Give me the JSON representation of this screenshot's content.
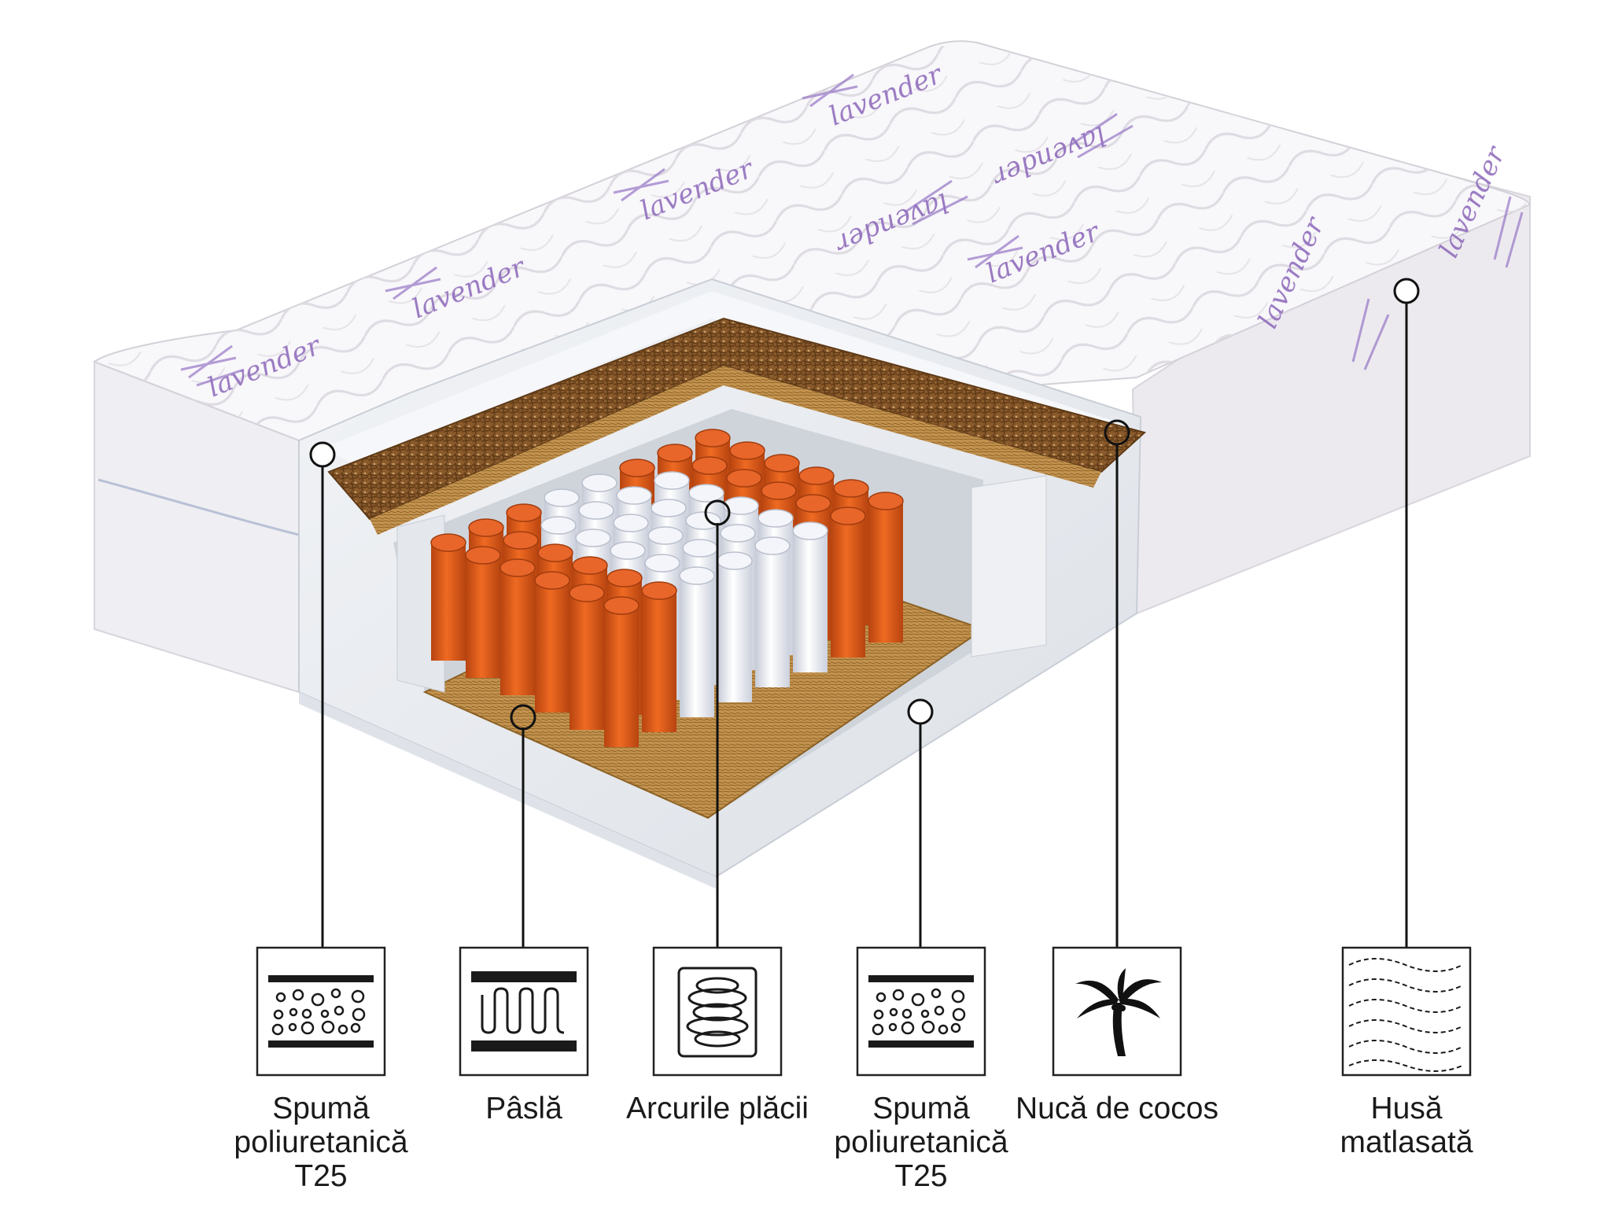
{
  "mattress": {
    "cover_text": "lavender",
    "colors": {
      "cover": "#f7f6f8",
      "quilt_line": "#d9d6dc",
      "lavender": "#7b57a8",
      "coconut": "#8a5a2b",
      "felt": "#b8893f",
      "foam": "#e6e9ee",
      "spring_orange": "#d9581a",
      "spring_white": "#eef0f6"
    }
  },
  "layers": [
    {
      "id": "foam-top",
      "label": "Spumă\npoliuretanică\nT25",
      "icon": "foam-icon"
    },
    {
      "id": "felt",
      "label": "Pâslă",
      "icon": "felt-icon"
    },
    {
      "id": "springs",
      "label": "Arcurile plăcii",
      "icon": "spring-icon"
    },
    {
      "id": "foam-bottom",
      "label": "Spumă\npoliuretanică\nT25",
      "icon": "foam-icon"
    },
    {
      "id": "coconut",
      "label": "Nucă de cocos",
      "icon": "palm-icon"
    },
    {
      "id": "cover",
      "label": "Husă\nmatlasată",
      "icon": "quilted-cover-icon"
    }
  ]
}
